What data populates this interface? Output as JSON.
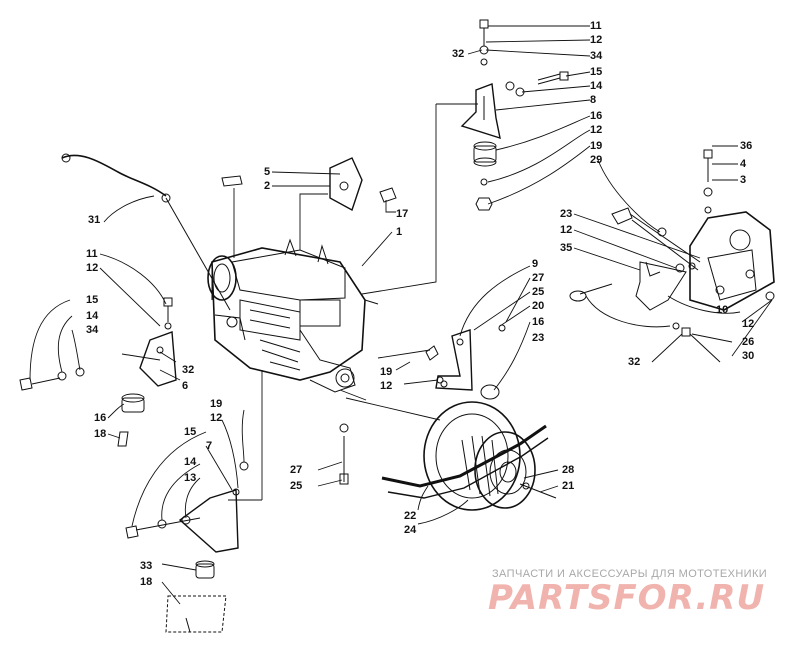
{
  "diagram": {
    "callouts": {
      "c_top_11": "11",
      "c_top_12": "12",
      "c_top_32": "32",
      "c_top_34": "34",
      "c_top_15": "15",
      "c_top_14": "14",
      "c_top_8": "8",
      "c_top_16": "16",
      "c_top_12b": "12",
      "c_top_19": "19",
      "c_top_29": "29",
      "c_r_36": "36",
      "c_r_4": "4",
      "c_r_3": "3",
      "c_l_5": "5",
      "c_l_2": "2",
      "c_l_17": "17",
      "c_l_1": "1",
      "c_l_31": "31",
      "c_m_23": "23",
      "c_m_12": "12",
      "c_m_35": "35",
      "c_m_9": "9",
      "c_m_27": "27",
      "c_m_25": "25",
      "c_m_20": "20",
      "c_m_16": "16",
      "c_m_23b": "23",
      "c_r_10": "10",
      "c_r_12": "12",
      "c_r_26": "26",
      "c_r_30": "30",
      "c_r_32": "32",
      "c_lm_11": "11",
      "c_lm_12": "12",
      "c_lm_15": "15",
      "c_lm_14": "14",
      "c_lm_34": "34",
      "c_lm_32": "32",
      "c_lm_6": "6",
      "c_lm_16": "16",
      "c_lm_18": "18",
      "c_c_19": "19",
      "c_c_12": "12",
      "c_ll_19": "19",
      "c_ll_12": "12",
      "c_ll_15": "15",
      "c_ll_7": "7",
      "c_ll_14": "14",
      "c_ll_13": "13",
      "c_ll_33": "33",
      "c_ll_18": "18",
      "c_b_27": "27",
      "c_b_25": "25",
      "c_b_22": "22",
      "c_b_24": "24",
      "c_b_28": "28",
      "c_b_21": "21"
    }
  },
  "watermark": {
    "tagline": "ЗАПЧАСТИ И АКСЕССУАРЫ ДЛЯ МОТОТЕХНИКИ",
    "logo": "PARTSFOR.RU"
  },
  "colors": {
    "ink": "#111111",
    "watermark_gray": "#a8a8a8",
    "watermark_red": "#f0b3ad"
  }
}
